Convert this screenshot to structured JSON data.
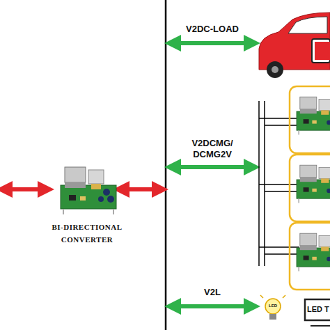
{
  "diagram": {
    "nodes": [
      {
        "text": [
          "BI-DIRECTIONAL CONVERTER"
        ]
      }
    ],
    "labels": [
      "V2DC-LOAD",
      "V2DCMG/ DCMG2V",
      "V2L",
      "LED",
      "LED T"
    ]
  }
}
